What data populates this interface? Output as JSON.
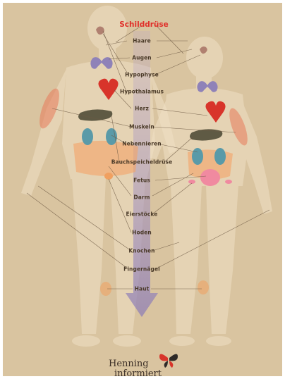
{
  "title": "Schilddrüse",
  "labels": [
    "Haare",
    "Augen",
    "Hypophyse",
    "Hypothalamus",
    "Herz",
    "Muskeln",
    "Nebennieren",
    "Bauchspeicheldrüse",
    "Fetus",
    "Darm",
    "Eierstöcke",
    "Hoden",
    "Knochen",
    "Fingernägel",
    "Haut"
  ],
  "brand": {
    "line1": "Henning",
    "line2": "informiert"
  },
  "colors": {
    "accent": "#e0302a",
    "label": "#4a3a28",
    "background": "#d9c4a0"
  }
}
